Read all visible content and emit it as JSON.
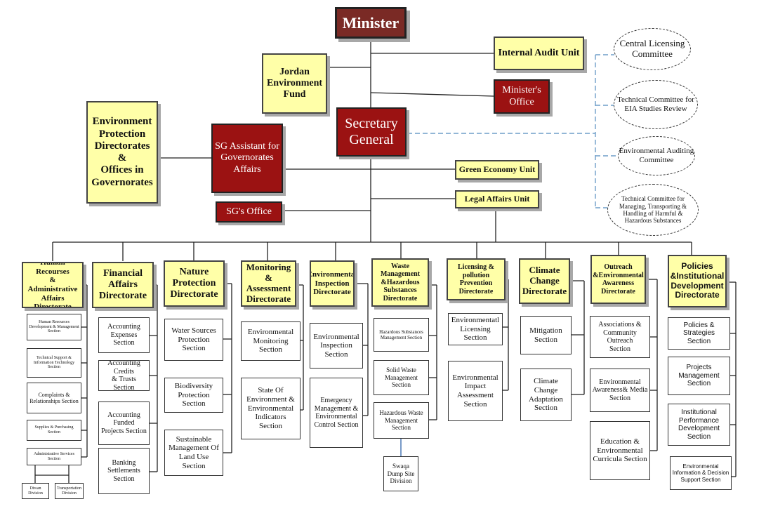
{
  "top": {
    "minister": "Minister",
    "secretary_general": "Secretary\nGeneral",
    "internal_audit": "Internal Audit Unit",
    "jordan_fund": "Jordan\nEnvironment\nFund",
    "minister_office": "Minister's\nOffice",
    "env_protection": "Environment\nProtection\nDirectorates &\nOffices in\nGovernorates",
    "sg_assistant": "SG Assistant for\nGovernorates\nAffairs",
    "green_economy": "Green Economy Unit",
    "legal_affairs": "Legal Affairs Unit",
    "sg_office": "SG's Office"
  },
  "committees": {
    "central_licensing": "Central Licensing\nCommittee",
    "technical_eia": "Technical Committee for\nEIA Studies Review",
    "env_auditing": "Environmental Auditing\nCommittee",
    "hazardous": "Technical Committee for\nManaging, Transporting &\nHandling of Harmful &\nHazardous Substances"
  },
  "directorates": {
    "hr": "Human Recourses\n& Administrative\nAffairs Directorate",
    "financial": "Financial\nAffairs\nDirectorate",
    "nature": "Nature\nProtection\nDirectorate",
    "monitoring": "Monitoring &\nAssessment\nDirectorate",
    "inspection": "Environmental\nInspection\nDirectorate",
    "waste": "Waste Management\n&Hazardous\nSubstances\nDirectorate",
    "licensing": "Licensing & pollution\nPrevention\nDirectorate",
    "climate": "Climate\nChange\nDirectorate",
    "outreach": "Outreach\n&Environmental\nAwareness\nDirectorate",
    "policies": "Policies\n&Institutional\nDevelopment\nDirectorate"
  },
  "sections": {
    "hr": [
      "Human Resources\nDevelopment & Management\nSection",
      "Technical Support &\nInformation Technology\nSection",
      "Complaints &\nRelationships Section",
      "Supplies & Purchasing Section",
      "Administrative Services Section"
    ],
    "hr_divisions": [
      "Diwan Division",
      "Transportation\nDivision"
    ],
    "financial": [
      "Accounting\nExpenses Section",
      "Accounting Credits\n& Trusts Section",
      "Accounting Funded\nProjects Section",
      "Banking\nSettlements Section"
    ],
    "nature": [
      "Water Sources\nProtection Section",
      "Biodiversity\nProtection Section",
      "Sustainable\nManagement Of\nLand Use Section"
    ],
    "monitoring": [
      "Environmental\nMonitoring Section",
      "State Of\nEnvironment &\nEnvironmental\nIndicators Section"
    ],
    "inspection": [
      "Environmental\nInspection\nSection",
      "Emergency\nManagement &\nEnvironmental\nControl Section"
    ],
    "waste": [
      "Hazardous Substances\nManagement Section",
      "Solid Waste\nManagement Section",
      "Hazardous Waste\nManagement Section"
    ],
    "waste_division": "Swaqa\nDump Site\nDivision",
    "licensing": [
      "Environmentatl\nLicensing Section",
      "Environmental\nImpact\nAssessment\nSection"
    ],
    "climate": [
      "Mitigation\nSection",
      "Climate Change\nAdaptation\nSection"
    ],
    "outreach": [
      "Associations &\nCommunity Outreach\nSection",
      "Environmental\nAwareness& Media\nSection",
      "Education &\nEnvironmental\nCurricula Section"
    ],
    "policies": [
      "Policies & Strategies\nSection",
      "Projects Management\nSection",
      "Institutional\nPerformance\nDevelopment Section",
      "Environmental\nInformation & Decision\nSupport Section"
    ]
  },
  "colors": {
    "yellow": "#ffffa8",
    "maroon": "#9b1212",
    "minister": "#7a2a25",
    "dashed_link": "#6f9ec9"
  }
}
